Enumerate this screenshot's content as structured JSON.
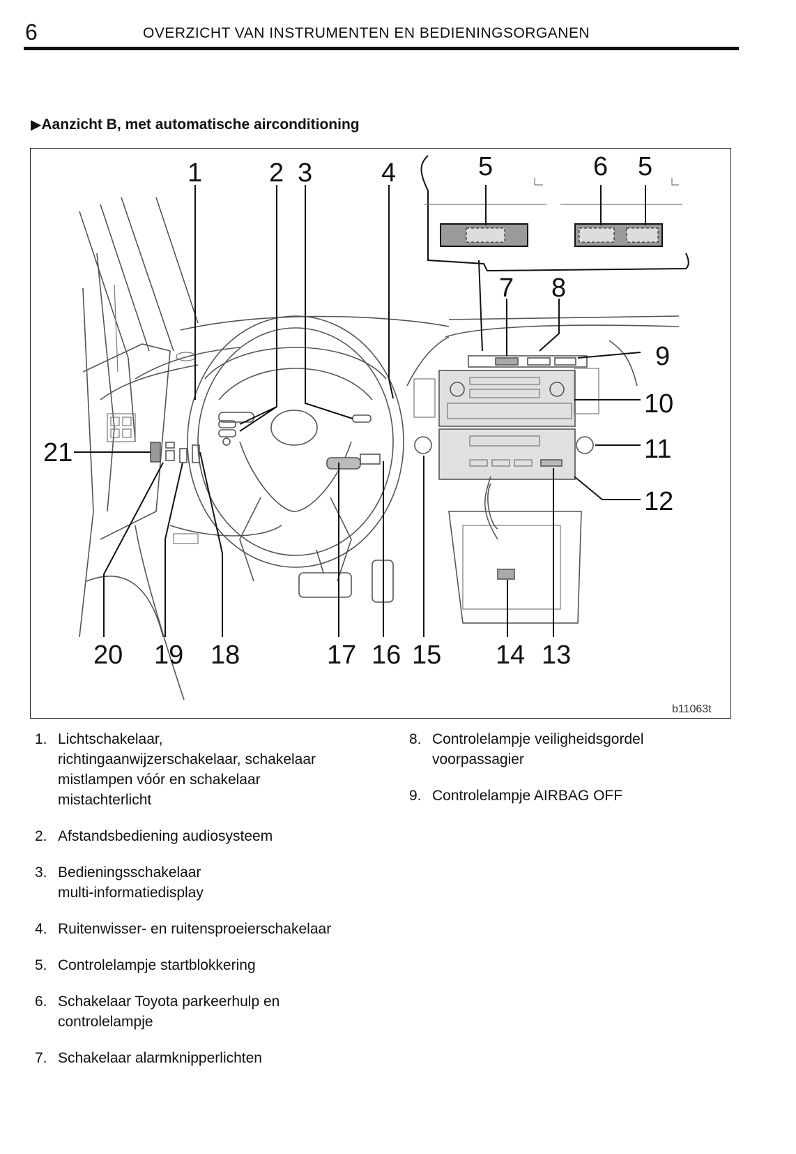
{
  "header": {
    "page_number": "6",
    "title": "OVERZICHT VAN INSTRUMENTEN EN BEDIENINGSORGANEN"
  },
  "section": {
    "marker": "▶",
    "heading": "Aanzicht B, met automatische airconditioning"
  },
  "figure": {
    "code": "b11063t",
    "callouts": [
      "1",
      "2",
      "3",
      "4",
      "5",
      "6",
      "5",
      "7",
      "8",
      "9",
      "10",
      "11",
      "12",
      "20",
      "19",
      "18",
      "17",
      "16",
      "15",
      "14",
      "13",
      "21"
    ]
  },
  "legend_left": [
    {
      "num": "1.",
      "text": "Lichtschakelaar,\nrichtingaanwijzerschakelaar, schakelaar\nmistlampen vóór en schakelaar\nmistachterlicht"
    },
    {
      "num": "2.",
      "text": "Afstandsbediening audiosysteem"
    },
    {
      "num": "3.",
      "text": "Bedieningsschakelaar\nmulti‑informatiedisplay"
    },
    {
      "num": "4.",
      "text": "Ruitenwisser‑ en ruitensproeierschakelaar"
    },
    {
      "num": "5.",
      "text": "Controlelampje startblokkering"
    },
    {
      "num": "6.",
      "text": "Schakelaar Toyota parkeerhulp en\ncontrolelampje"
    },
    {
      "num": "7.",
      "text": "Schakelaar alarmknipperlichten"
    }
  ],
  "legend_right": [
    {
      "num": "8.",
      "text": "Controlelampje veiligheidsgordel\nvoorpassagier"
    },
    {
      "num": "9.",
      "text": "Controlelampje AIRBAG OFF"
    }
  ]
}
